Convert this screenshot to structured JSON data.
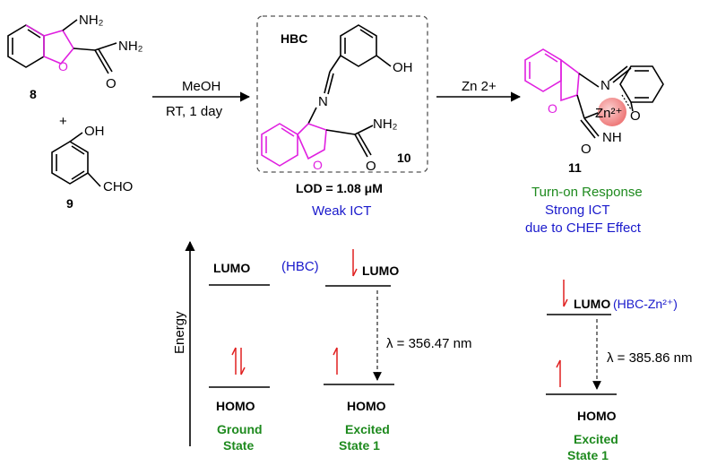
{
  "reaction": {
    "compound8_label": "8",
    "compound9_label": "9",
    "compound10_label": "10",
    "compound11_label": "11",
    "plus": "+",
    "nh2_8": "NH₂",
    "nh2_amide_8": "NH₂",
    "o_8": "O",
    "oh_9": "OH",
    "cho_9": "CHO",
    "step1_reagent": "MeOH",
    "step1_conditions": "RT, 1 day",
    "step2_reagent": "Zn 2+",
    "hbc_name": "HBC",
    "oh_hbc": "OH",
    "n_hbc": "N",
    "nh2_hbc": "NH₂",
    "o_hbc": "O",
    "lod": "LOD = 1.08 μM",
    "weak_ict": "Weak ICT",
    "zn_label": "Zn²⁺",
    "n_complex": "N",
    "o_complex": "O",
    "nh_complex": "NH",
    "o_complex_carbonyl": "O",
    "response_line1": "Turn-on Response",
    "response_line2": "Strong ICT",
    "response_line3": "due to CHEF Effect"
  },
  "energy_diagram": {
    "axis_label": "Energy",
    "hbc_tag": "(HBC)",
    "complex_tag": "(HBC-Zn²⁺)",
    "lumo": "LUMO",
    "homo": "HOMO",
    "ground_line1": "Ground",
    "ground_line2": "State",
    "excited_line1": "Excited",
    "excited_line2": "State 1",
    "lambda1": "λ = 356.47 nm",
    "lambda2": "λ = 385.86 nm"
  },
  "colors": {
    "ring_highlight": "#e020e0",
    "label_blue": "#1a1acc",
    "label_green": "#1e8a1e",
    "electron_arrow": "#e02020",
    "zn_sphere": "#f08080"
  }
}
